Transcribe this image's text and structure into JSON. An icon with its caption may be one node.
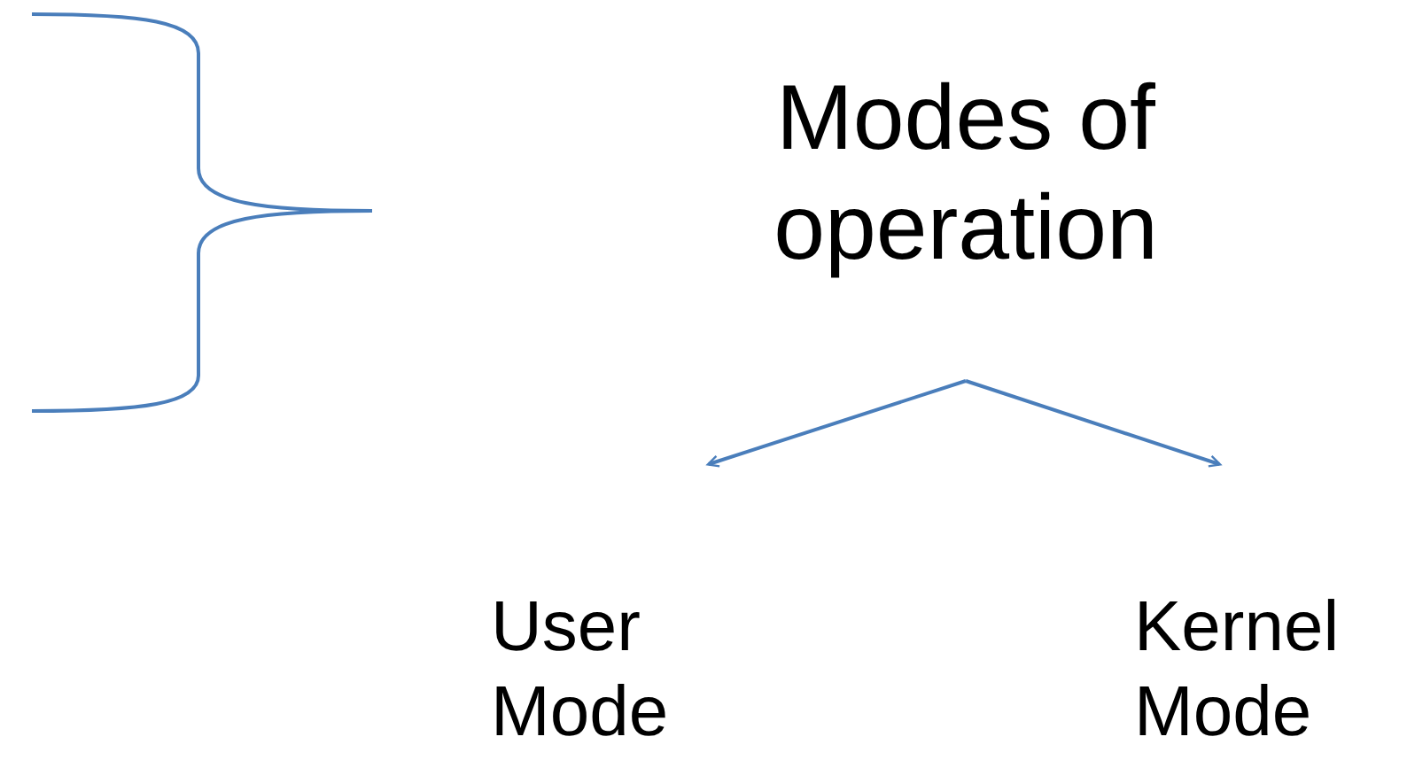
{
  "diagram": {
    "nodes": [
      {
        "text": [
          "Modes of operation"
        ]
      },
      {
        "text": [
          "User Mode"
        ]
      },
      {
        "text": [
          "Kernel Mode"
        ]
      }
    ],
    "edges": [
      {
        "from": 0,
        "to": 1,
        "arrow": "to"
      },
      {
        "from": 0,
        "to": 2,
        "arrow": "to"
      }
    ]
  }
}
